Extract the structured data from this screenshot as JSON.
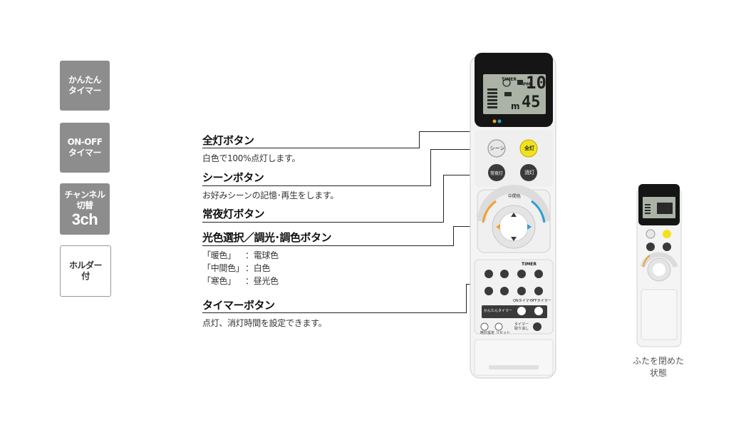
{
  "badges": [
    {
      "line1": "かんたん",
      "line2": "タイマー"
    },
    {
      "line1": "ON-OFF",
      "line2": "タイマー"
    },
    {
      "line1": "チャンネル",
      "line2": "切替",
      "line3": "3ch"
    },
    {
      "line1": "ホルダー",
      "line2": "付"
    }
  ],
  "labels": {
    "all_light": {
      "title": "全灯ボタン",
      "desc": "白色で100%点灯します。"
    },
    "scene": {
      "title": "シーンボタン",
      "desc": "お好みシーンの記憶･再生をします。"
    },
    "night": {
      "title": "常夜灯ボタン"
    },
    "color": {
      "title": "光色選択／調光･調色ボタン",
      "rows": [
        {
          "key": "「暖色」",
          "sep": "：",
          "val": "電球色"
        },
        {
          "key": "「中間色」",
          "sep": "：",
          "val": "白色"
        },
        {
          "key": "「寒色」",
          "sep": "：",
          "val": "昼光色"
        }
      ]
    },
    "timer": {
      "title": "タイマーボタン",
      "desc": "点灯、消灯時間を設定できます。"
    }
  },
  "remote": {
    "lcd": {
      "timer": "TIMER",
      "pm": "PM",
      "time_big": "10",
      "time_small": "45",
      "unit": "m"
    },
    "buttons": {
      "scene": "シーン",
      "all_light": "全灯",
      "night": "常夜灯",
      "off": "消灯",
      "mid_color": "中間色",
      "timer_header": "TIMER",
      "on_timer": "ONタイマー",
      "off_timer": "OFFタイマー",
      "easy_timer": "かんたんタイマー",
      "ch_set": "時計設定",
      "reset": "リセット",
      "timer_cancel": "タイマー取り消し"
    }
  },
  "closed_caption": {
    "line1": "ふたを閉めた",
    "line2": "状態"
  },
  "colors": {
    "badge_gray": "#8d8d8d",
    "button_yellow": "#f2e21c",
    "button_dark": "#3a3a3a",
    "lcd": "#aab3a5",
    "accent_blue": "#2d9fd6",
    "accent_orange": "#f0a030"
  }
}
